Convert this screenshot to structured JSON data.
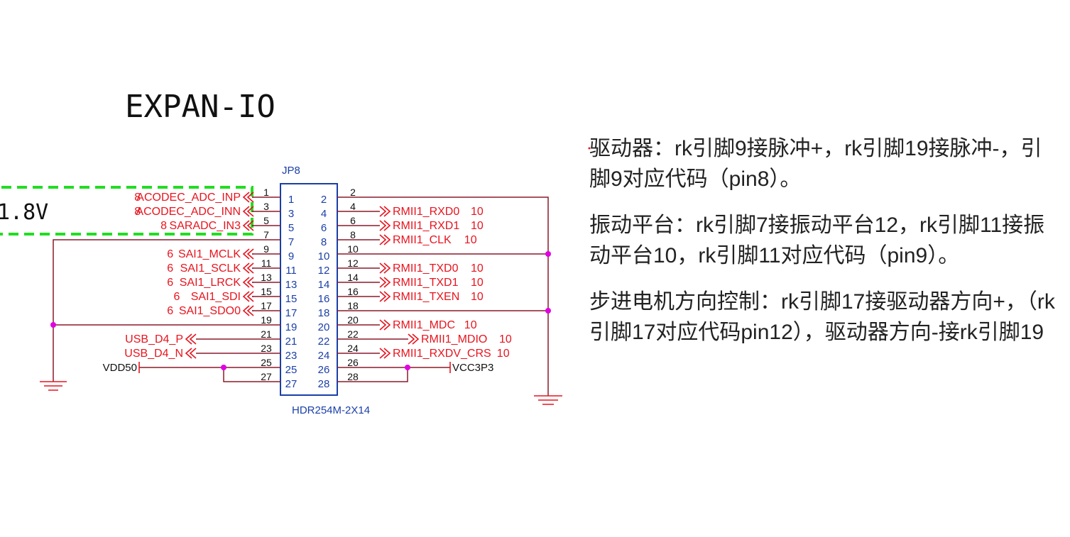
{
  "diagram": {
    "title": "EXPAN-IO",
    "highlight_voltage": "1.8V",
    "connector": {
      "ref": "JP8",
      "part": "HDR254M-2X14"
    },
    "pins_left": [
      "1",
      "3",
      "5",
      "7",
      "9",
      "11",
      "13",
      "15",
      "17",
      "19",
      "21",
      "23",
      "25",
      "27"
    ],
    "pins_right": [
      "2",
      "4",
      "6",
      "8",
      "10",
      "12",
      "14",
      "16",
      "18",
      "20",
      "22",
      "24",
      "26",
      "28"
    ],
    "left_nets": [
      {
        "row": 0,
        "sheet": "8",
        "name": "ACODEC_ADC_INP"
      },
      {
        "row": 1,
        "sheet": "8",
        "name": "ACODEC_ADC_INN"
      },
      {
        "row": 2,
        "sheet": "8",
        "name": "SARADC_IN3"
      },
      {
        "row": 4,
        "sheet": "6",
        "name": "SAI1_MCLK"
      },
      {
        "row": 5,
        "sheet": "6",
        "name": "SAI1_SCLK"
      },
      {
        "row": 6,
        "sheet": "6",
        "name": "SAI1_LRCK"
      },
      {
        "row": 7,
        "sheet": "6",
        "name": "SAI1_SDI"
      },
      {
        "row": 8,
        "sheet": "6",
        "name": "SAI1_SDO0"
      },
      {
        "row": 10,
        "sheet": "",
        "name": "USB_D4_P"
      },
      {
        "row": 11,
        "sheet": "",
        "name": "USB_D4_N"
      }
    ],
    "right_nets": [
      {
        "row": 1,
        "name": "RMII1_RXD0",
        "sheet": "10"
      },
      {
        "row": 2,
        "name": "RMII1_RXD1",
        "sheet": "10"
      },
      {
        "row": 3,
        "name": "RMII1_CLK",
        "sheet": "10"
      },
      {
        "row": 5,
        "name": "RMII1_TXD0",
        "sheet": "10"
      },
      {
        "row": 6,
        "name": "RMII1_TXD1",
        "sheet": "10"
      },
      {
        "row": 7,
        "name": "RMII1_TXEN",
        "sheet": "10"
      },
      {
        "row": 9,
        "name": "RMII1_MDC",
        "sheet": "10"
      },
      {
        "row": 10,
        "name": "RMII1_MDIO",
        "sheet": "10"
      },
      {
        "row": 11,
        "name": "RMII1_RXDV_CRS",
        "sheet": "10"
      }
    ],
    "power_left": "VDD50",
    "power_right": "VCC3P3"
  },
  "notes": [
    "驱动器：rk引脚9接脉冲+，rk引脚19接脉冲-，引脚9对应代码（pin8）。",
    "振动平台：rk引脚7接振动平台12，rk引脚11接振动平台10，rk引脚11对应代码（pin9）。",
    "步进电机方向控制：rk引脚17接驱动器方向+，（rk引脚17对应代码pin12），驱动器方向-接rk引脚19"
  ],
  "colors": {
    "wire": "#8b1a2a",
    "net_label": "#e8141e",
    "connector": "#1a3fa8",
    "junction": "#e000e0",
    "highlight": "#22dd22",
    "text": "#111111"
  }
}
